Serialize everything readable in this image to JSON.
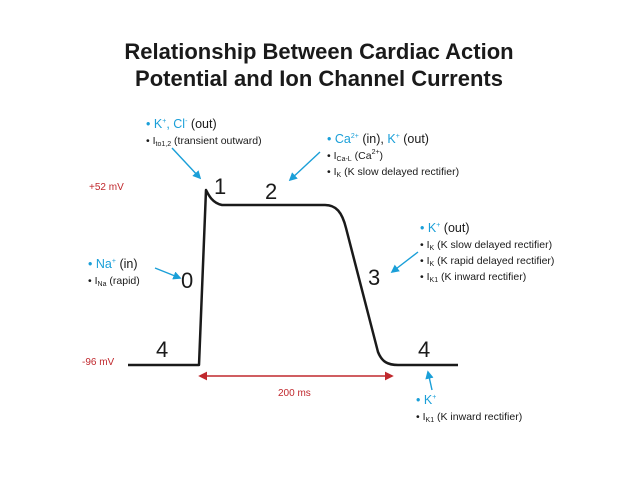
{
  "title_line1": "Relationship Between Cardiac Action",
  "title_line2": "Potential and Ion Channel Currents",
  "voltages": {
    "top": "+52 mV",
    "rest": "-96 mV"
  },
  "duration": "200 ms",
  "phases": {
    "p0": "0",
    "p1": "1",
    "p2": "2",
    "p3": "3",
    "p4_left": "4",
    "p4_right": "4"
  },
  "labels": {
    "phase1": {
      "ion_k": "K",
      "ion_cl": "Cl",
      "dir": "(out)",
      "cur_pre": "I",
      "cur_sub": "to1,2",
      "cur_desc": "(transient outward)"
    },
    "phase2": {
      "ion_ca": "Ca",
      "ca_in": "(in),",
      "ion_k": "K",
      "k_out": "(out)",
      "cur1_pre": "I",
      "cur1_sub": "Ca-L",
      "cur1_desc": "(Ca",
      "cur1_desc_end": ")",
      "cur2_pre": "I",
      "cur2_sub": "K",
      "cur2_desc": "(K slow delayed rectifier)"
    },
    "phase0": {
      "ion_na": "Na",
      "dir": "(in)",
      "cur_pre": "I",
      "cur_sub": "Na",
      "cur_desc": "(rapid)"
    },
    "phase3": {
      "ion_k": "K",
      "dir": "(out)",
      "c1_pre": "I",
      "c1_sub": "K",
      "c1_desc": "(K slow delayed rectifier)",
      "c2_pre": "I",
      "c2_sub": "K",
      "c2_desc": "(K rapid delayed rectifier)",
      "c3_pre": "I",
      "c3_sub": "K1",
      "c3_desc": "(K inward rectifier)"
    },
    "phase4": {
      "ion_k": "K",
      "cur_pre": "I",
      "cur_sub": "K1",
      "cur_desc": "(K inward rectifier)"
    }
  },
  "colors": {
    "ion": "#1a9fd8",
    "voltage": "#c0282d",
    "arrow": "#1a9fd8",
    "curve": "#1a1a1a"
  }
}
